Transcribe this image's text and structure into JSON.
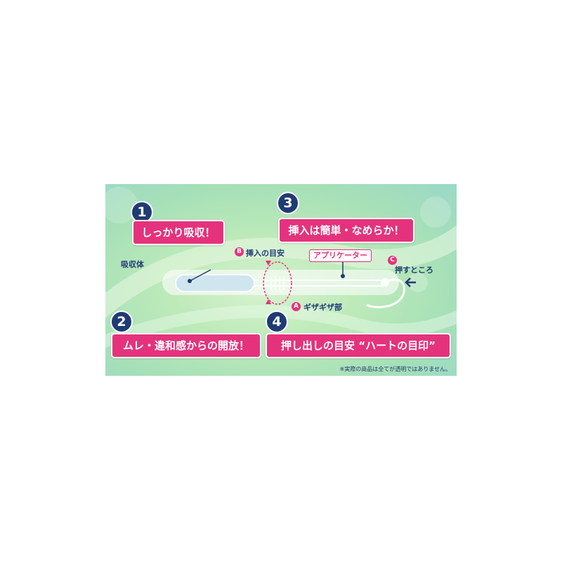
{
  "features": [
    {
      "number": "1",
      "text": "しっかり吸収！"
    },
    {
      "number": "2",
      "text": "ムレ・違和感からの開放！"
    },
    {
      "number": "3",
      "text": "挿入は簡単・なめらか！"
    },
    {
      "number": "4",
      "text": "押し出しの目安 “ハートの目印”"
    }
  ],
  "diagram": {
    "absorbent": "吸収体",
    "insert_guide_badge": "B",
    "insert_guide": "挿入の目安",
    "applicator": "アプリケーター",
    "push_badge": "C",
    "push_point": "押すところ",
    "grip_badge": "A",
    "grip": "ギザギザ部"
  },
  "note": "※実際の商品は全てが透明ではありません。",
  "colors": {
    "accent": "#e4337c",
    "navy": "#1f3b73",
    "background": "#a6e0b8"
  }
}
